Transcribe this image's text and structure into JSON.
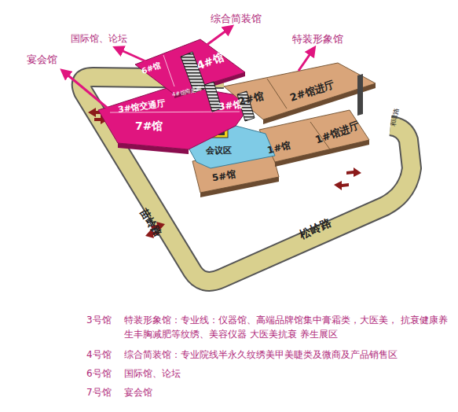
{
  "diagram": {
    "nodes": [
      {
        "text": [
          "6#馆"
        ]
      },
      {
        "text": [
          "4#馆"
        ]
      },
      {
        "text": [
          "3#馆交通厅"
        ]
      },
      {
        "text": [
          "3#馆"
        ]
      },
      {
        "text": [
          "7#馆"
        ]
      },
      {
        "text": [
          "2#馆"
        ]
      },
      {
        "text": [
          "2#馆进厅"
        ]
      },
      {
        "text": [
          "会议区"
        ]
      },
      {
        "text": [
          "1#馆"
        ]
      },
      {
        "text": [
          "1#馆进厅"
        ]
      },
      {
        "text": [
          "5#馆"
        ]
      }
    ],
    "labels": [
      "综合简装馆",
      "国际馆、论坛",
      "特装形象馆",
      "宴会馆",
      "4#馆南走廊",
      "苗岭路",
      "松岭路",
      "和谐路",
      "3号馆",
      "特装形象馆：专业线：仪器馆、高端品牌馆集中膏霜类，大医美， 抗衰健康养生丰胸减肥等纹绣、美容仪器 大医美抗衰 养生展区",
      "4号馆",
      "综合简装馆：专业院线半永久纹绣美甲美睫类及微商及产品销售区",
      "6号馆",
      "国际馆、论坛",
      "7号馆",
      "宴会馆"
    ]
  }
}
